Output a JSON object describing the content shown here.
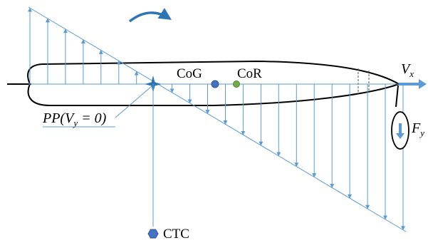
{
  "labels": {
    "cog": "CoG",
    "cor": "CoR",
    "ctc": "CTC",
    "vx_main": "V",
    "vx_sub": "x",
    "fy_main": "F",
    "fy_sub": "y",
    "pp_prefix": "PP(V",
    "pp_sub": "y",
    "pp_suffix": " = 0)"
  },
  "colors": {
    "hull": "#000000",
    "velocity_arrows": "#5b9bd5",
    "cog_marker": "#4472c4",
    "cor_marker": "#70ad47",
    "ctc_marker": "#4472c4",
    "rotation_arrow": "#2e75b6"
  },
  "velocity_profile": {
    "stations": 22,
    "zero_crossing_label": "PP(Vy = 0)"
  },
  "icons": {
    "rotation": "clockwise-rotation-arrow-icon",
    "ctc": "hexagon-icon",
    "cog": "circle-icon",
    "cor": "circle-icon"
  }
}
